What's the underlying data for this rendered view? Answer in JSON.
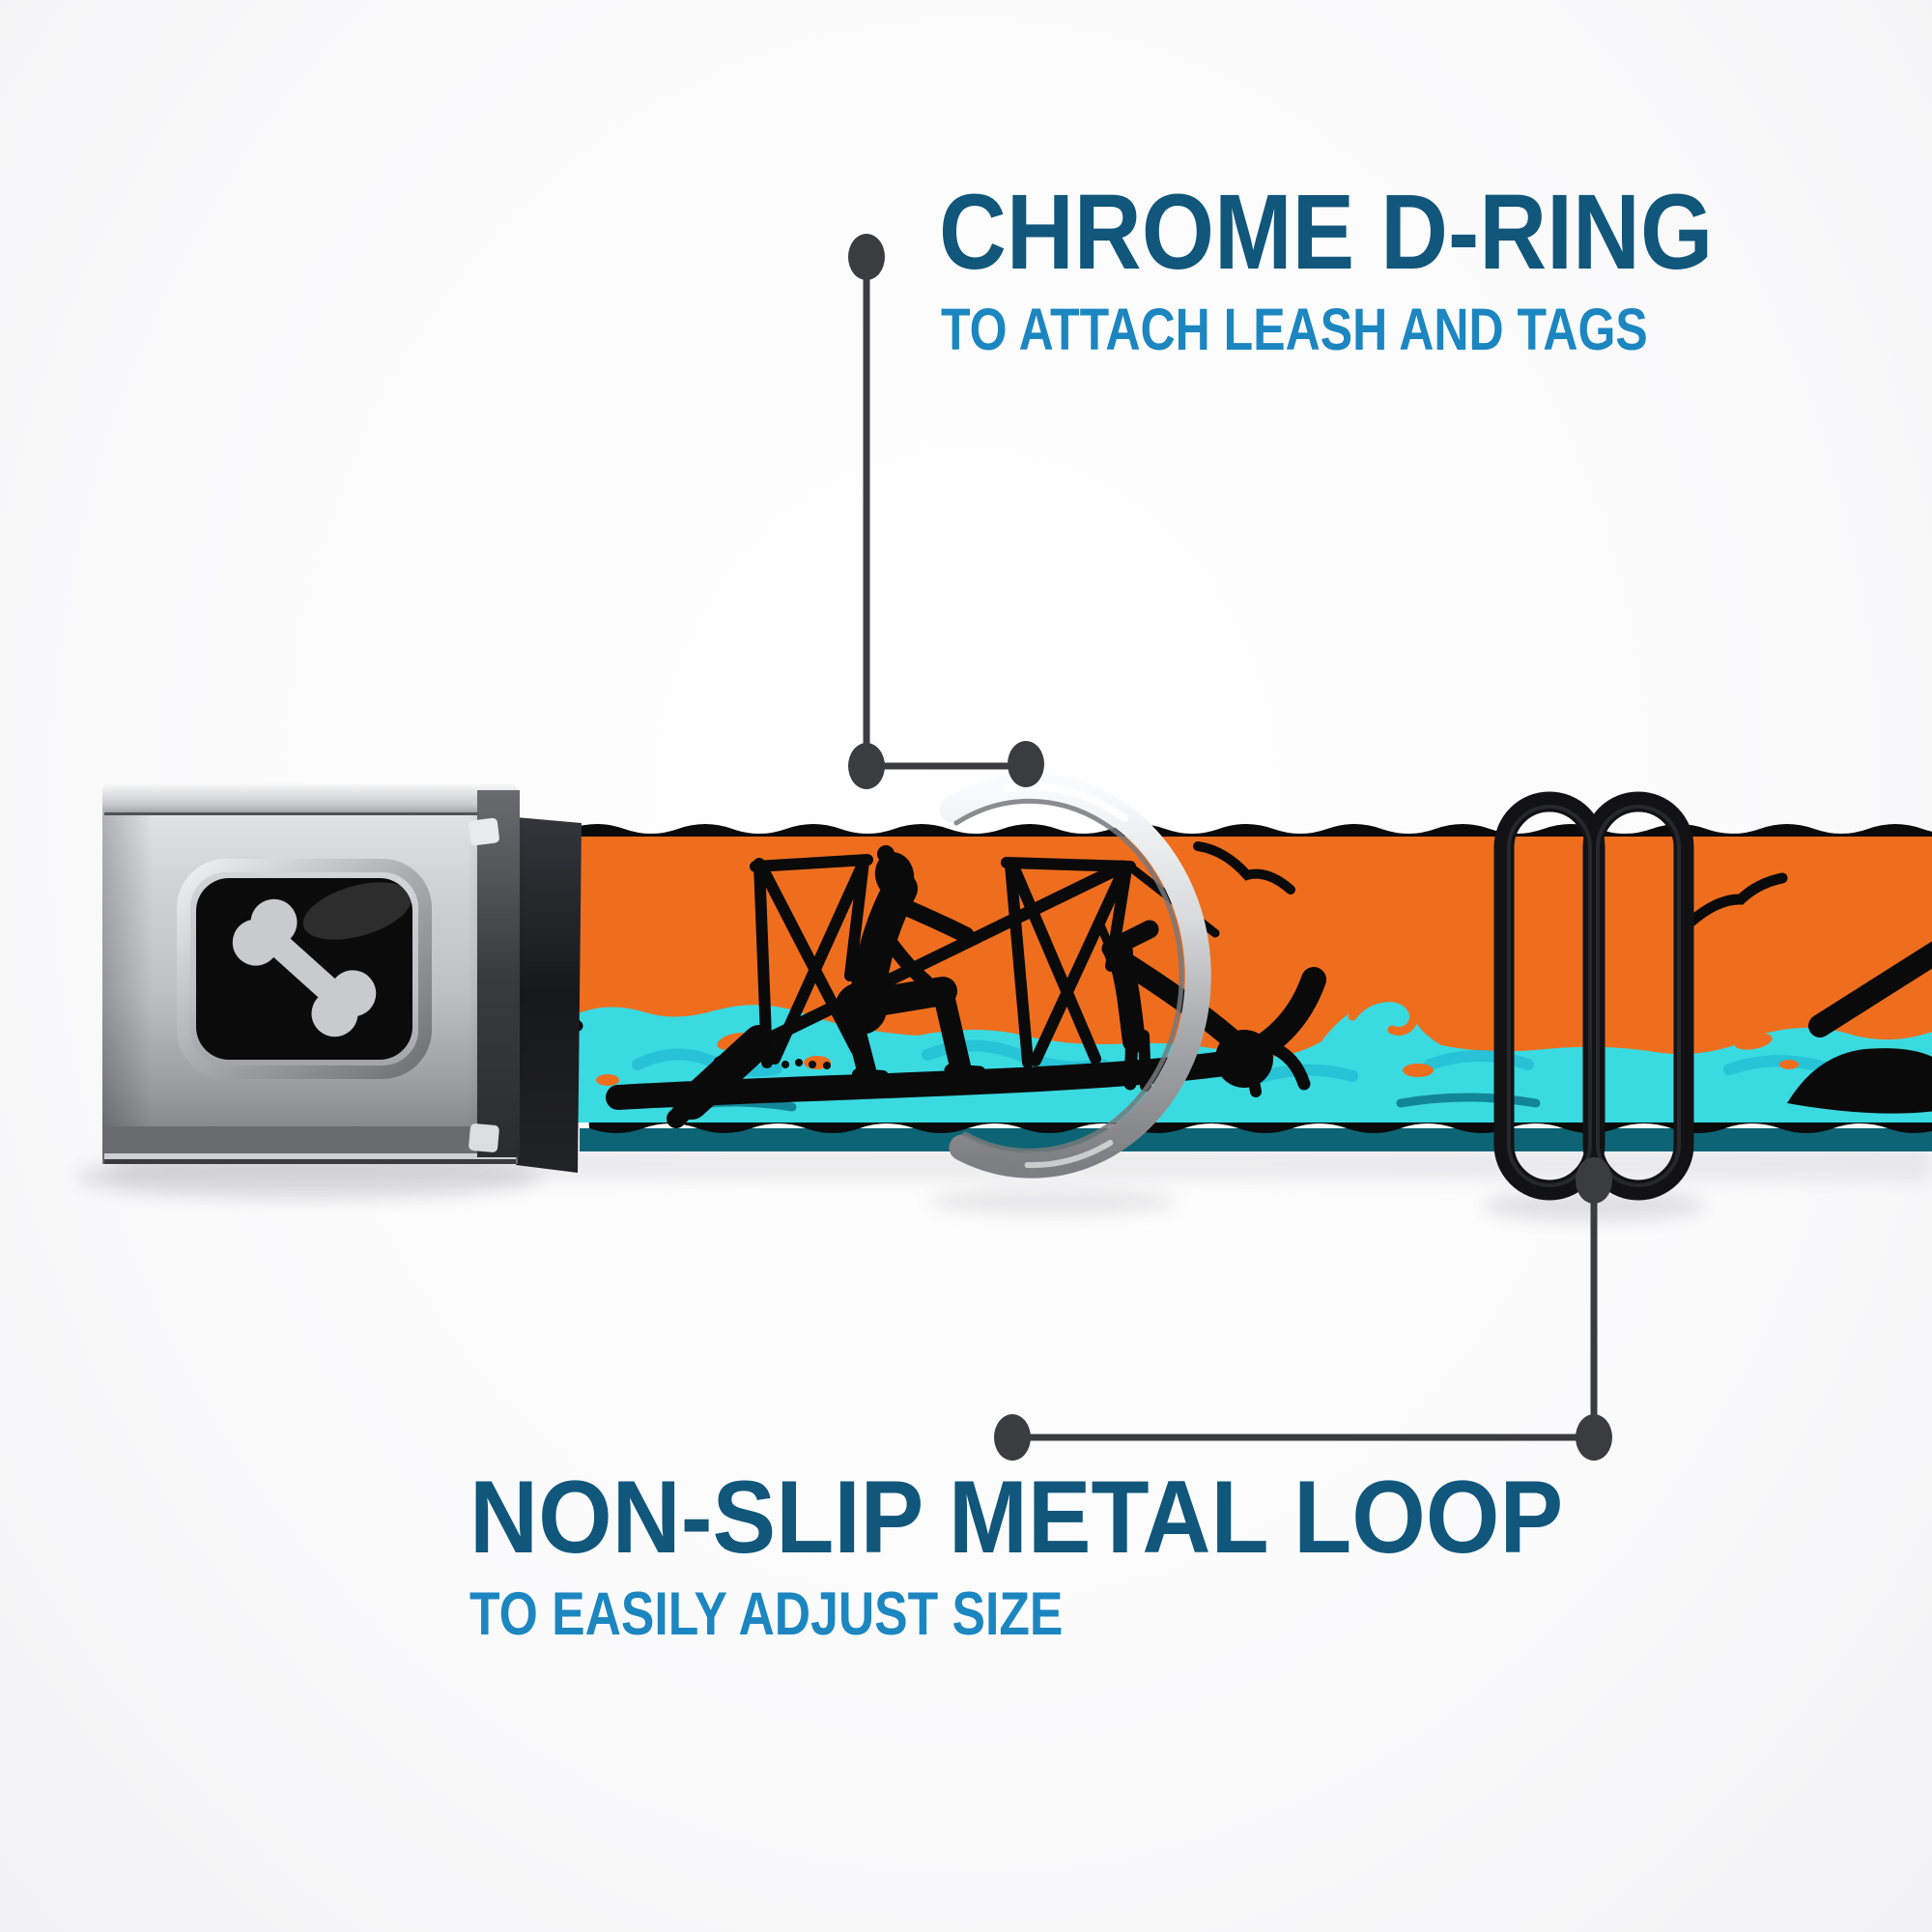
{
  "callouts": {
    "d_ring": {
      "headline": "CHROME D-RING",
      "subheadline": "TO ATTACH LEASH AND TAGS"
    },
    "metal_loop": {
      "headline": "NON-SLIP METAL LOOP",
      "subheadline": "TO EASILY ADJUST SIZE"
    }
  },
  "product": {
    "parts": [
      "seatbelt-buckle",
      "chrome-d-ring",
      "adjustable-strap",
      "non-slip-metal-loop"
    ],
    "buckle_logo_icon": "dog-bone-icon",
    "strap_art_icons": [
      "paddleboarder-silhouette",
      "howling-dog-silhouette",
      "bird-icon",
      "wave-pattern",
      "net-frame-silhouette"
    ]
  },
  "colors": {
    "headline": "#11567B",
    "subheadline": "#1C86C0",
    "callout_line": "#3B3C3E",
    "strap_orange": "#EE6E1E",
    "strap_teal": "#3ADAE1",
    "strap_teal_dark": "#26C0D6",
    "strap_black": "#0A0A0A",
    "buckle_silver": "#C2C3C5",
    "buckle_logo_bg": "#0B0B0C",
    "buckle_logo_bone": "#C9CACB",
    "slider_black": "#121215",
    "background": "#FBFBFC"
  }
}
